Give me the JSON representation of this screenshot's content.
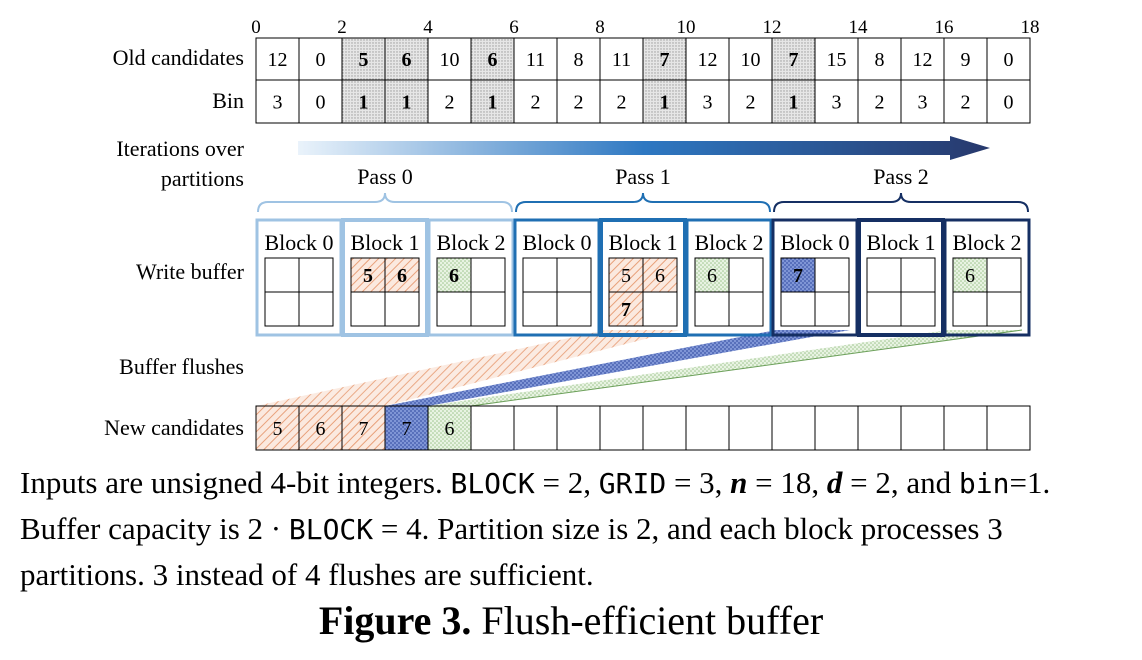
{
  "axis_ticks": [
    "0",
    "2",
    "4",
    "6",
    "8",
    "10",
    "12",
    "14",
    "16",
    "18"
  ],
  "labels": {
    "old_candidates": "Old candidates",
    "bin": "Bin",
    "iterations_line1": "Iterations over",
    "iterations_line2": "partitions",
    "write_buffer": "Write buffer",
    "buffer_flushes": "Buffer flushes",
    "new_candidates": "New candidates"
  },
  "old_candidates": [
    "12",
    "0",
    "5",
    "6",
    "10",
    "6",
    "11",
    "8",
    "11",
    "7",
    "12",
    "10",
    "7",
    "15",
    "8",
    "12",
    "9",
    "0"
  ],
  "bins": [
    "3",
    "0",
    "1",
    "1",
    "2",
    "1",
    "2",
    "2",
    "2",
    "1",
    "3",
    "2",
    "1",
    "3",
    "2",
    "3",
    "2",
    "0"
  ],
  "highlight_columns": [
    2,
    3,
    5,
    9,
    12
  ],
  "passes": [
    {
      "label": "Pass 0",
      "color": "#9fc3e3",
      "blocks": [
        {
          "label": "Block 0",
          "cells": [
            "",
            "",
            "",
            ""
          ],
          "bold": false
        },
        {
          "label": "Block 1",
          "cells": [
            "5",
            "6",
            "",
            ""
          ],
          "bold": true
        },
        {
          "label": "Block 2",
          "cells": [
            "6",
            "",
            "",
            ""
          ],
          "bold": false
        }
      ]
    },
    {
      "label": "Pass 1",
      "color": "#1f6fb3",
      "blocks": [
        {
          "label": "Block 0",
          "cells": [
            "",
            "",
            "",
            ""
          ],
          "bold": false
        },
        {
          "label": "Block 1",
          "cells": [
            "5",
            "6",
            "7",
            ""
          ],
          "bold": true
        },
        {
          "label": "Block 2",
          "cells": [
            "6",
            "",
            "",
            ""
          ],
          "bold": false
        }
      ]
    },
    {
      "label": "Pass 2",
      "color": "#152f63",
      "blocks": [
        {
          "label": "Block 0",
          "cells": [
            "7",
            "",
            "",
            ""
          ],
          "bold": false
        },
        {
          "label": "Block 1",
          "cells": [
            "",
            "",
            "",
            ""
          ],
          "bold": true
        },
        {
          "label": "Block 2",
          "cells": [
            "6",
            "",
            "",
            ""
          ],
          "bold": false
        }
      ]
    }
  ],
  "new_candidates": [
    "5",
    "6",
    "7",
    "7",
    "6",
    "",
    "",
    "",
    "",
    "",
    "",
    "",
    "",
    "",
    "",
    "",
    "",
    ""
  ],
  "fill_colors": {
    "orange": "#e8a07a",
    "blue": "#4f6fc0",
    "green": "#9cc48c",
    "gray": "#dcdcdc",
    "arrow_start": "#eaf3fb",
    "arrow_end": "#27386c"
  },
  "caption": {
    "sentence1_text": "Inputs are unsigned 4-bit integers. ",
    "block_code": "BLOCK",
    "block_val": " = 2, ",
    "grid_code": "GRID",
    "grid_val": " = 3, ",
    "n_var": "n",
    "n_val": " = 18, ",
    "d_var": "d",
    "d_val": " = 2, and ",
    "bin_code": "bin",
    "bin_val": "=1. Buffer capacity is 2 · ",
    "cap_code": "BLOCK",
    "cap_val": " = 4. Partition size is 2, and each block processes 3 partitions. 3 instead of 4 flushes are sufficient."
  },
  "figure_title": {
    "number": "Figure 3.",
    "text": " Flush-efficient buffer"
  }
}
